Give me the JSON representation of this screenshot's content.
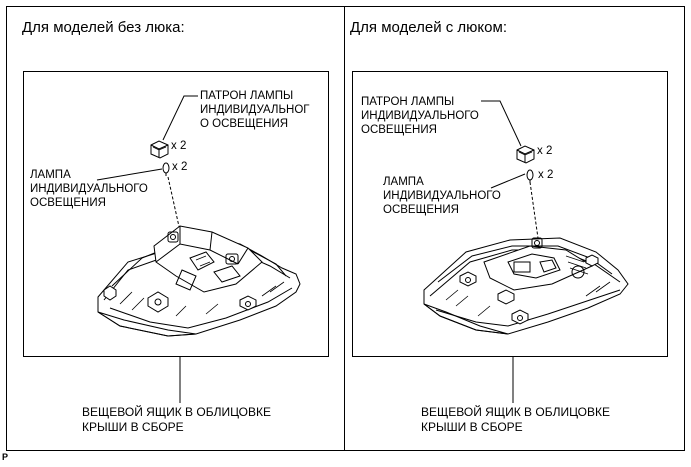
{
  "figure_code": "P",
  "left_panel": {
    "title": "Для моделей без люка:",
    "socket_label": [
      "ПАТРОН ЛАМПЫ",
      "ИНДИВИДУАЛЬНОГ",
      "О ОСВЕЩЕНИЯ"
    ],
    "socket_count": "x 2",
    "lamp_label": [
      "ЛАМПА",
      "ИНДИВИДУАЛЬНОГО",
      "ОСВЕЩЕНИЯ"
    ],
    "lamp_count": "x 2",
    "assembly_caption": [
      "ВЕЩЕВОЙ ЯЩИК В ОБЛИЦОВКЕ",
      "КРЫШИ В СБОРЕ"
    ]
  },
  "right_panel": {
    "title": "Для моделей с люком:",
    "socket_label": [
      "ПАТРОН ЛАМПЫ",
      "ИНДИВИДУАЛЬНОГО",
      "ОСВЕЩЕНИЯ"
    ],
    "socket_count": "x 2",
    "lamp_label": [
      "ЛАМПА",
      "ИНДИВИДУАЛЬНОГО",
      "ОСВЕЩЕНИЯ"
    ],
    "lamp_count": "x 2",
    "assembly_caption": [
      "ВЕЩЕВОЙ ЯЩИК В ОБЛИЦОВКЕ",
      "КРЫШИ В СБОРЕ"
    ]
  }
}
